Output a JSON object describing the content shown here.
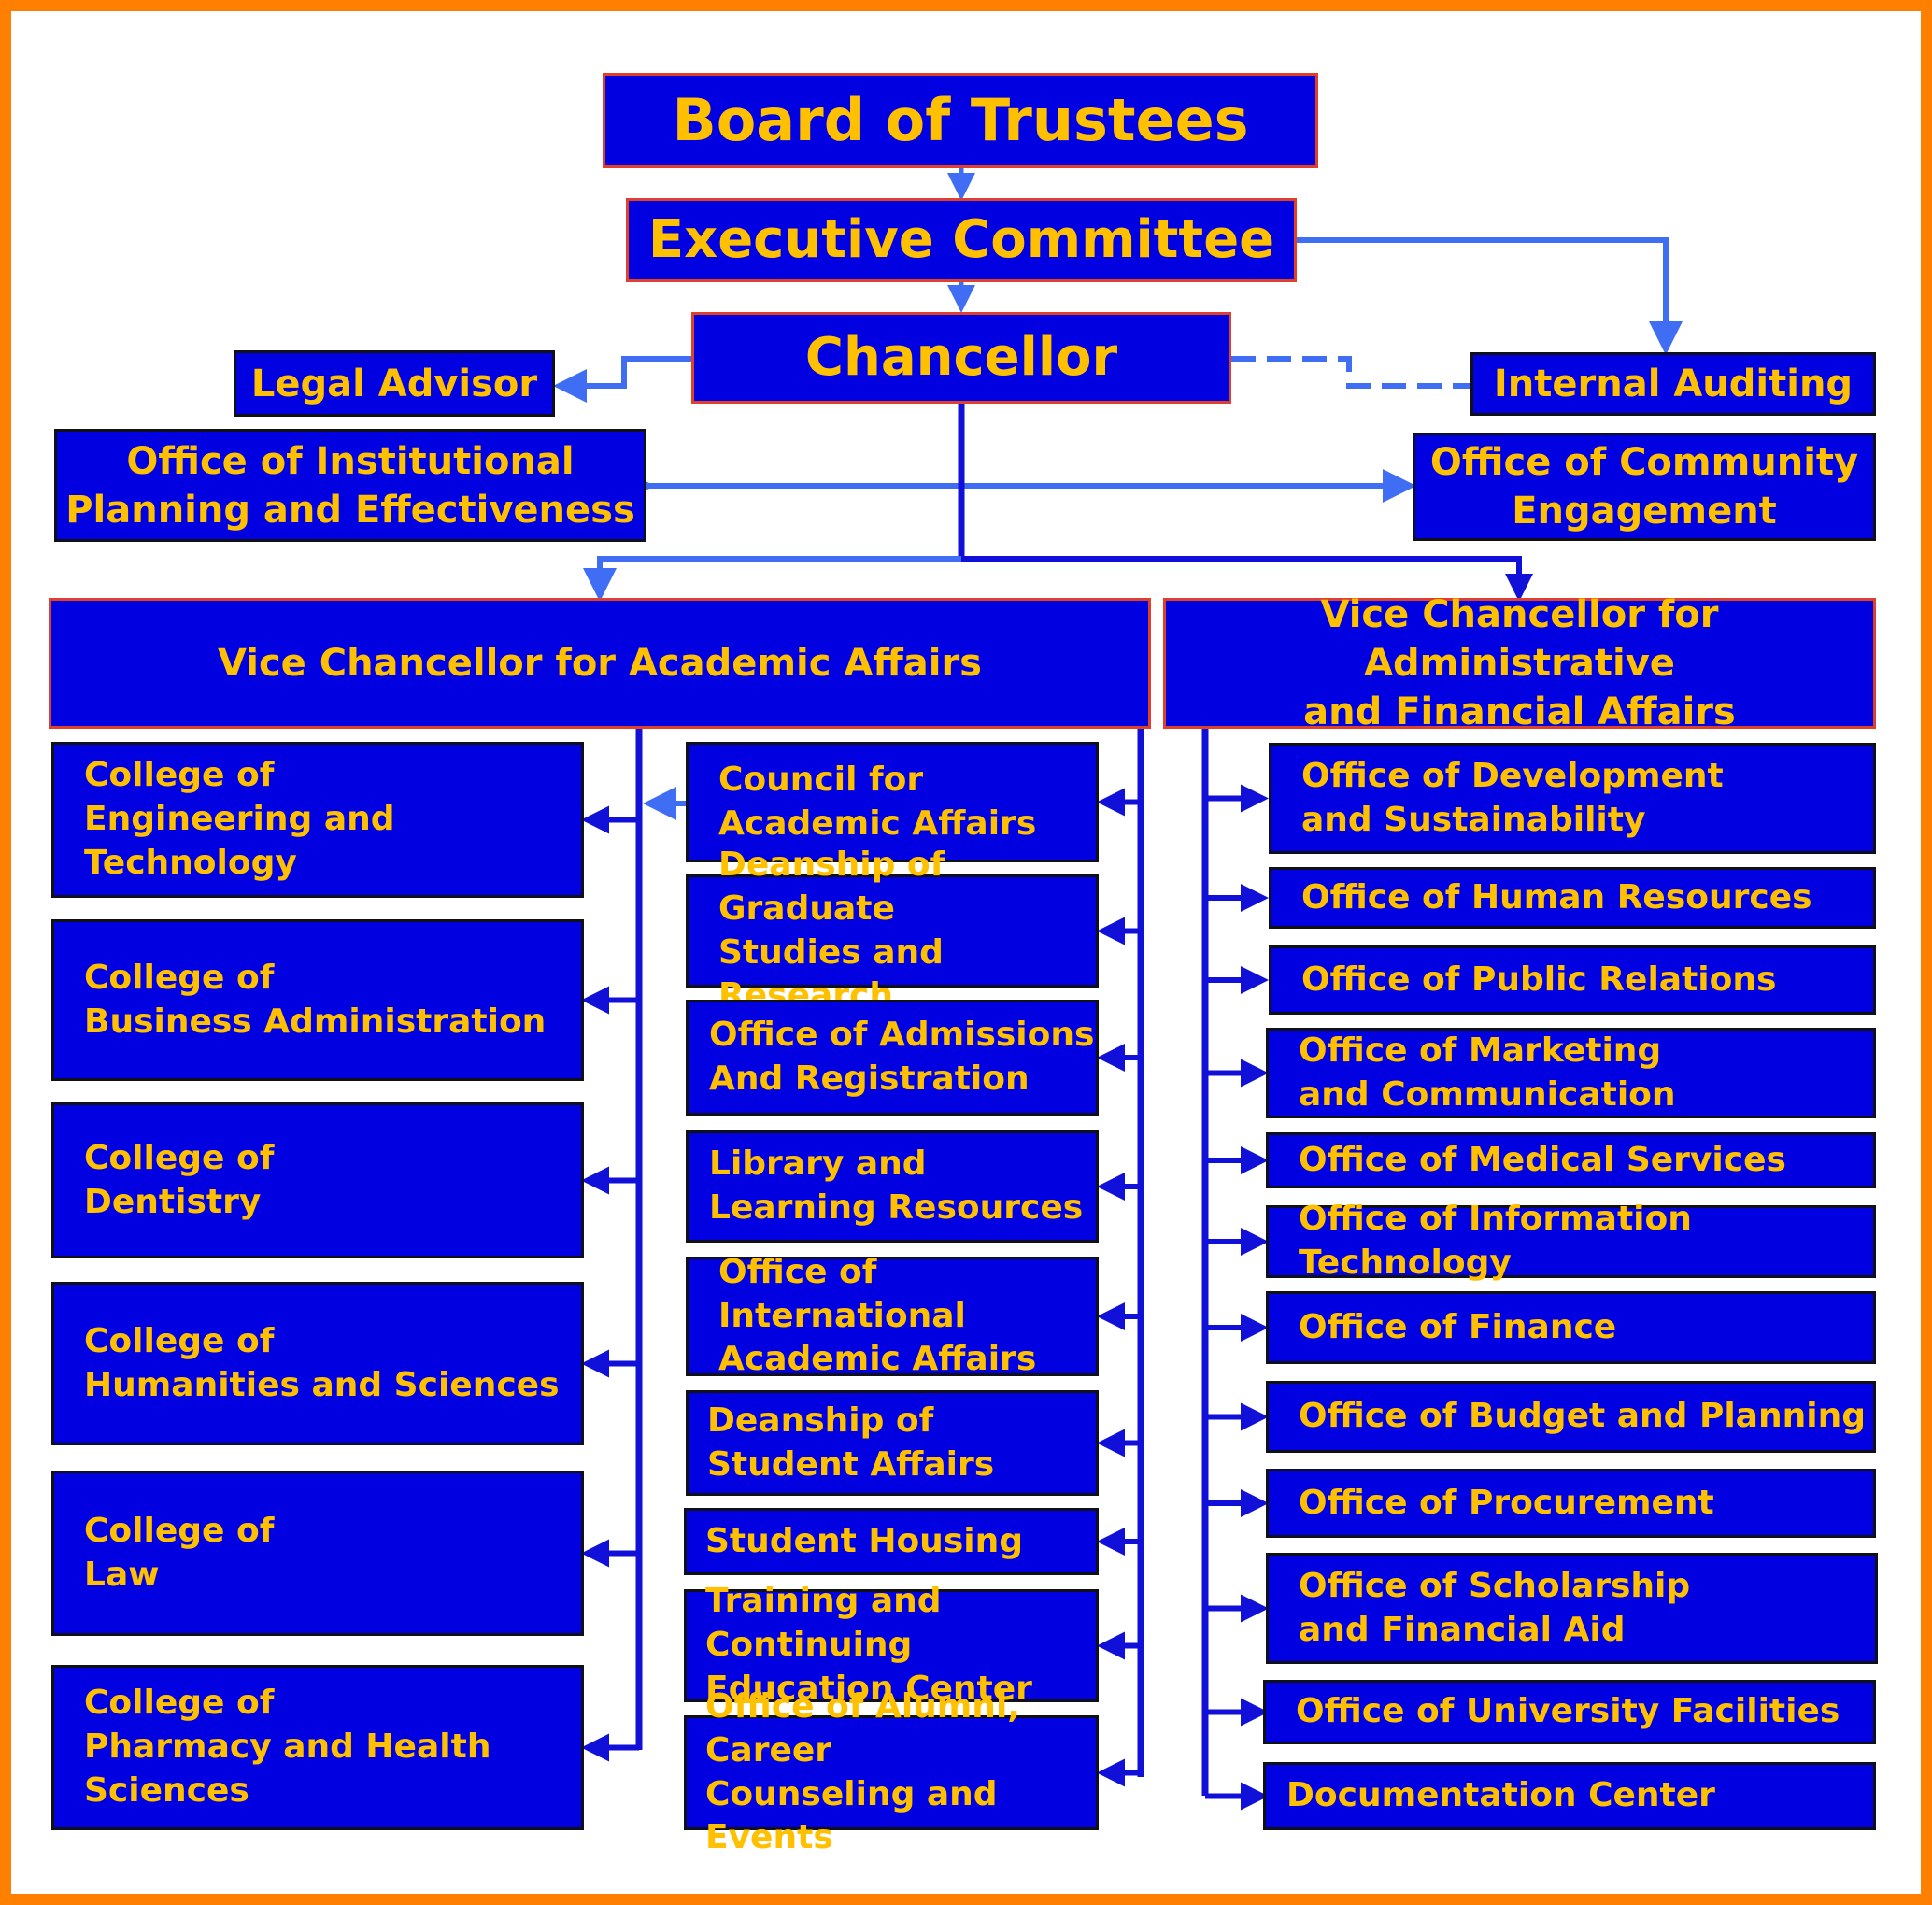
{
  "colors": {
    "box_fill": "#0000e0",
    "text": "#ffc000",
    "frame": "#ff8000",
    "connector_light": "#3f6ef5",
    "connector_dark": "#1010d8"
  },
  "top": {
    "board": "Board of Trustees",
    "executive": "Executive Committee",
    "chancellor": "Chancellor",
    "legal": "Legal Advisor",
    "audit": "Internal Auditing",
    "planning": "Office of Institutional\nPlanning and Effectiveness",
    "community": "Office of Community\nEngagement"
  },
  "academic": {
    "title": "Vice Chancellor for Academic Affairs",
    "colleges": [
      "College of\nEngineering and Technology",
      "College of\nBusiness Administration",
      "College of\nDentistry",
      "College of\nHumanities and Sciences",
      "College of\nLaw",
      "College of\nPharmacy and Health Sciences"
    ],
    "units": [
      "Council for\nAcademic Affairs",
      "Deanship of Graduate\nStudies and Research",
      "Office of Admissions\nAnd Registration",
      "Library and\nLearning Resources",
      "Office of  International\nAcademic Affairs",
      "Deanship of\nStudent Affairs",
      "Student Housing",
      "Training and Continuing\nEducation Center",
      "Office of Alumni, Career\nCounseling and Events"
    ]
  },
  "admin": {
    "title": "Vice Chancellor for Administrative\nand  Financial Affairs",
    "offices": [
      "Office of Development\nand Sustainability",
      "Office of Human Resources",
      "Office of  Public Relations",
      "Office of Marketing\nand Communication",
      "Office of Medical  Services",
      "Office of Information Technology",
      "Office of Finance",
      "Office of Budget  and Planning",
      "Office of Procurement",
      "Office of Scholarship\nand Financial Aid",
      "Office of  University Facilities",
      "Documentation Center"
    ]
  }
}
